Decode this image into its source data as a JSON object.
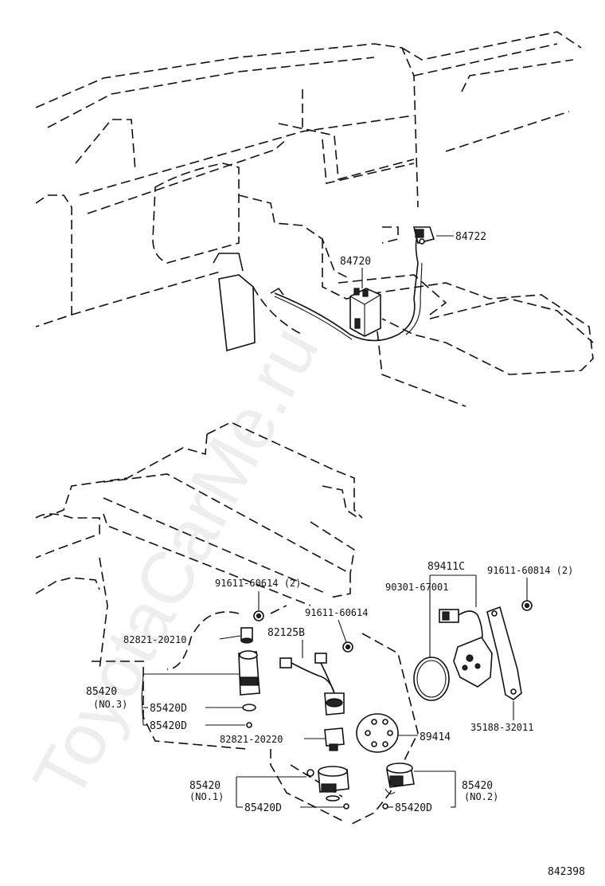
{
  "diagram_code": "842398",
  "watermark": "ToyotaCarMe.ru",
  "labels": {
    "p84722": "84722",
    "p84720": "84720",
    "p89411C": "89411C",
    "p90301": "90301-67001",
    "p91611_60814": "91611-60814 (2)",
    "p91611_60614_2": "91611-60614 (2)",
    "p91611_60614": "91611-60614",
    "p82125B": "82125B",
    "p82821_20210": "82821-20210",
    "p85420_no3": "85420",
    "p85420_no3_sub": "(NO.3)",
    "p85420D_a": "85420D",
    "p85420D_b": "85420D",
    "p82821_20220": "82821-20220",
    "p89414": "89414",
    "p35188": "35188-32011",
    "p85420_no1": "85420",
    "p85420_no1_sub": "(NO.1)",
    "p85420D_no1": "85420D",
    "p85420_no2": "85420",
    "p85420_no2_sub": "(NO.2)",
    "p85420D_no2": "85420D"
  }
}
